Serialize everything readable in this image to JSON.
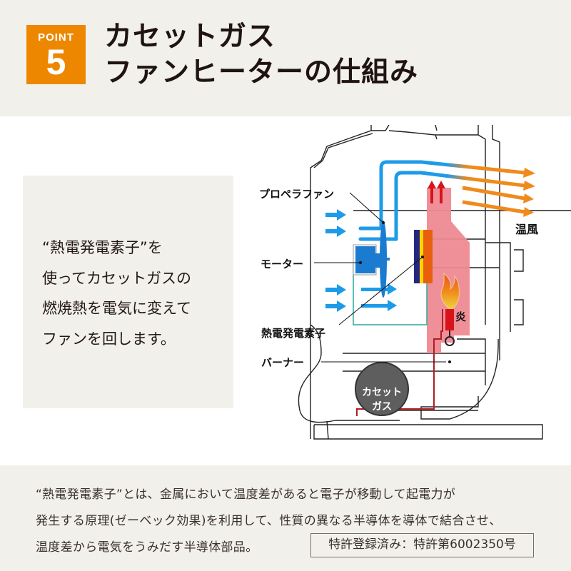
{
  "colors": {
    "accent": "#EE8700",
    "header_bg": "#F2F0EB",
    "air_blue": "#1E9BE8",
    "warm_orange": "#F08A1C",
    "heat_pink": "#EE8A92",
    "element_navy": "#23287E",
    "element_yellow": "#FFD400",
    "element_orange": "#E8600E",
    "gas_gray": "#5E5E5E"
  },
  "header": {
    "badge_label": "POINT",
    "badge_number": "5",
    "title_line1": "カセットガス",
    "title_line2": "ファンヒーターの仕組み"
  },
  "panel": {
    "lines": [
      "“熱電発電素子”を",
      "使ってカセットガスの",
      "燃焼熱を電気に変えて",
      "ファンを回します。"
    ]
  },
  "diagram": {
    "labels": {
      "propeller_fan": "プロペラファン",
      "motor": "モーター",
      "thermoelectric_element": "熱電発電素子",
      "burner": "バーナー",
      "warm_air": "温風",
      "flame": "炎",
      "gas_line1": "カセット",
      "gas_line2": "ガス"
    },
    "icons": [
      "air-intake-arrow-icon",
      "warm-air-arrow-icon",
      "heat-up-arrow-icon",
      "flame-icon",
      "propeller-fan-icon",
      "motor-icon",
      "cassette-gas-icon"
    ]
  },
  "footer": {
    "lines": [
      "“熱電発電素子”とは、金属において温度差があると電子が移動して起電力が",
      "発生する原理(ゼーベック効果)を利用して、性質の異なる半導体を導体で結合させ、",
      "温度差から電気をうみだす半導体部品。"
    ],
    "patent": "特許登録済み：特許第6002350号"
  }
}
